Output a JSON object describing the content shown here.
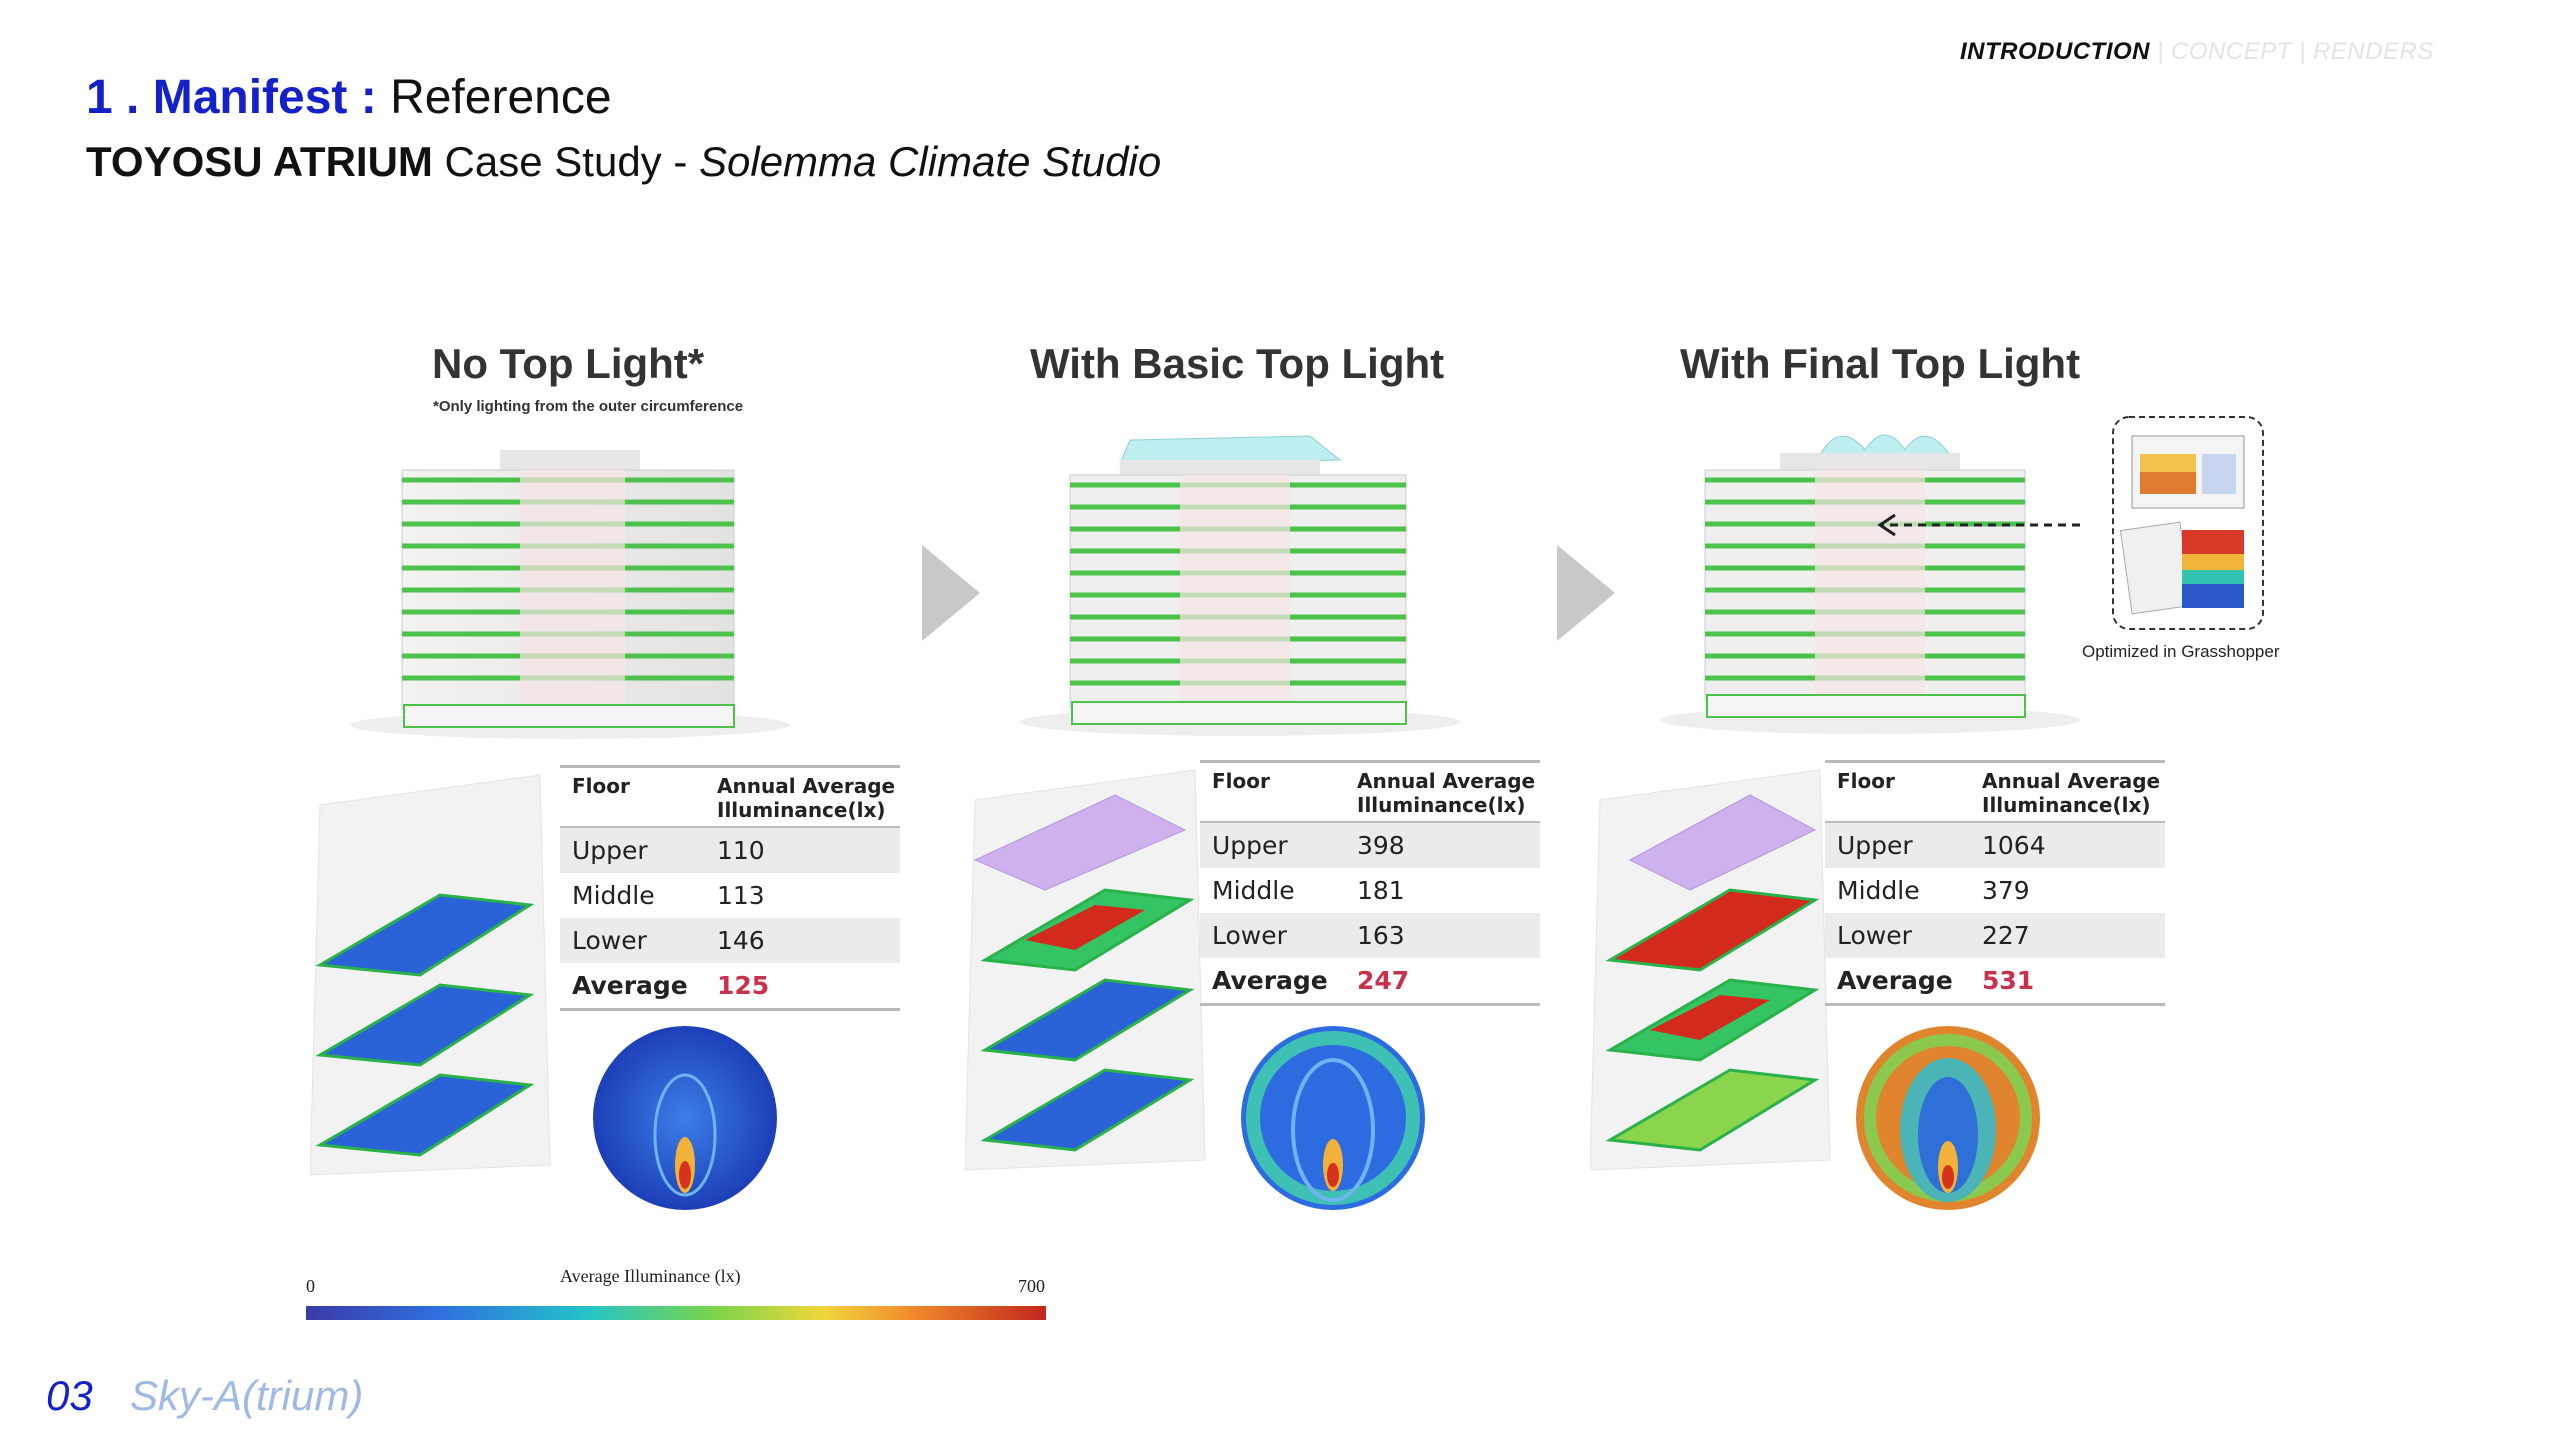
{
  "nav": {
    "active": "INTRODUCTION",
    "rest": " | CONCEPT | RENDERS"
  },
  "header": {
    "number": "1 . Manifest :",
    "section": "Reference",
    "subtitle_bold": "TOYOSU ATRIUM",
    "subtitle_mid": " Case Study - ",
    "subtitle_italic": "Solemma Climate Studio"
  },
  "panels": [
    {
      "title": "No Top Light*",
      "note": "*Only lighting from the outer circumference",
      "table": {
        "col1": "Floor",
        "col2_line1": "Annual Average",
        "col2_line2": "Illuminance(lx)",
        "rows": [
          {
            "floor": "Upper",
            "value": "110"
          },
          {
            "floor": "Middle",
            "value": "113"
          },
          {
            "floor": "Lower",
            "value": "146"
          }
        ],
        "avg_label": "Average",
        "avg_value": "125"
      }
    },
    {
      "title": "With Basic Top Light",
      "table": {
        "col1": "Floor",
        "col2_line1": "Annual Average",
        "col2_line2": "Illuminance(lx)",
        "rows": [
          {
            "floor": "Upper",
            "value": "398"
          },
          {
            "floor": "Middle",
            "value": "181"
          },
          {
            "floor": "Lower",
            "value": "163"
          }
        ],
        "avg_label": "Average",
        "avg_value": "247"
      }
    },
    {
      "title": "With Final Top Light",
      "caption": "Optimized in Grasshopper",
      "table": {
        "col1": "Floor",
        "col2_line1": "Annual Average",
        "col2_line2": "Illuminance(lx)",
        "rows": [
          {
            "floor": "Upper",
            "value": "1064"
          },
          {
            "floor": "Middle",
            "value": "379"
          },
          {
            "floor": "Lower",
            "value": "227"
          }
        ],
        "avg_label": "Average",
        "avg_value": "531"
      }
    }
  ],
  "legend": {
    "min": "0",
    "label": "Average Illuminance (lx)",
    "max": "700"
  },
  "footer": {
    "page": "03",
    "title": "Sky-A(trium)"
  },
  "colors": {
    "accent": "#1421c9",
    "footer_light": "#9fb9e6",
    "avg_value": "#c8304b",
    "frame_green": "#44c243"
  }
}
